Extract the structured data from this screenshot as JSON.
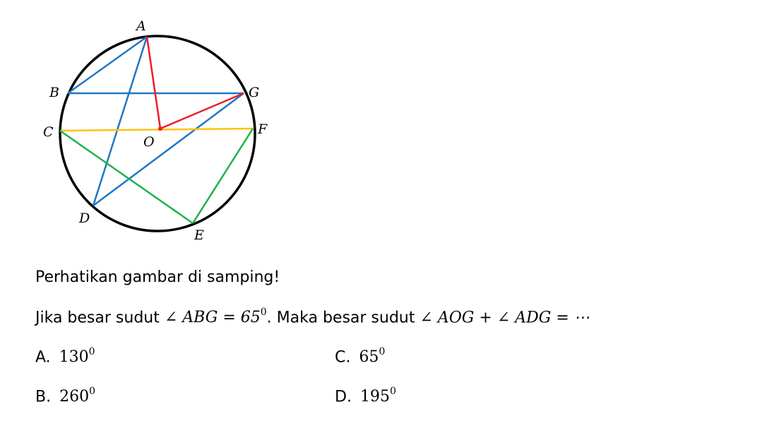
{
  "diagram": {
    "points": {
      "A": "A",
      "B": "B",
      "G": "G",
      "C": "C",
      "F": "F",
      "O": "O",
      "D": "D",
      "E": "E"
    },
    "colors": {
      "circle": "#000000",
      "blue": "#1f77c4",
      "red": "#ee1c25",
      "yellow": "#ffc20e",
      "green": "#20b14c"
    }
  },
  "text": {
    "instruction": "Perhatikan gambar di samping!",
    "question_prefix": "Jika besar sudut",
    "given_angle": "∠ ABG = 65",
    "given_exp": "0",
    "question_middle": ". Maka besar sudut",
    "asked_expr": "∠ AOG + ∠ ADG = ⋯"
  },
  "options": [
    {
      "letter": "A.",
      "value": "130",
      "exp": "0"
    },
    {
      "letter": "C.",
      "value": "65",
      "exp": "0"
    },
    {
      "letter": "B.",
      "value": "260",
      "exp": "0"
    },
    {
      "letter": "D.",
      "value": "195",
      "exp": "0"
    }
  ]
}
